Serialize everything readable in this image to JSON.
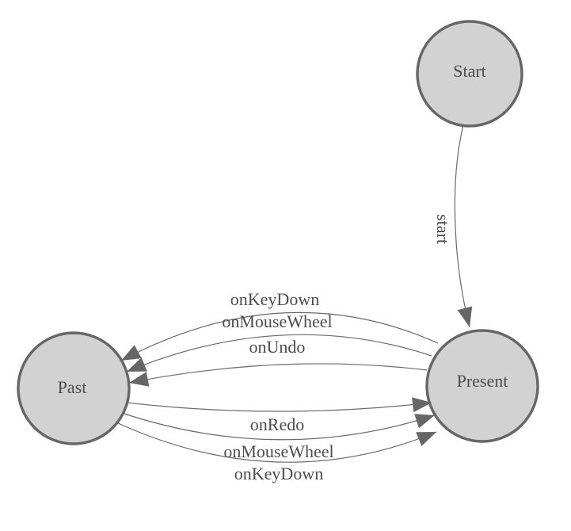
{
  "diagram": {
    "type": "state-machine",
    "background": "#ffffff",
    "colors": {
      "node_fill": "#d2d2d2",
      "node_stroke": "#666666",
      "edge_stroke": "#6a6a6a",
      "arrowhead_fill": "#666666",
      "label_text": "#4d4d4d"
    },
    "nodes": [
      {
        "id": "start",
        "label": "Start"
      },
      {
        "id": "present",
        "label": "Present"
      },
      {
        "id": "past",
        "label": "Past"
      }
    ],
    "edges": [
      {
        "from": "Start",
        "to": "Present",
        "label": "start",
        "label_orientation": "vertical"
      },
      {
        "from": "Present",
        "to": "Past",
        "label": "onKeyDown",
        "label_orientation": "horizontal"
      },
      {
        "from": "Present",
        "to": "Past",
        "label": "onMouseWheel",
        "label_orientation": "horizontal"
      },
      {
        "from": "Present",
        "to": "Past",
        "label": "onUndo",
        "label_orientation": "horizontal"
      },
      {
        "from": "Past",
        "to": "Present",
        "label": "onRedo",
        "label_orientation": "horizontal"
      },
      {
        "from": "Past",
        "to": "Present",
        "label": "onMouseWheel",
        "label_orientation": "horizontal"
      },
      {
        "from": "Past",
        "to": "Present",
        "label": "onKeyDown",
        "label_orientation": "horizontal"
      }
    ]
  }
}
